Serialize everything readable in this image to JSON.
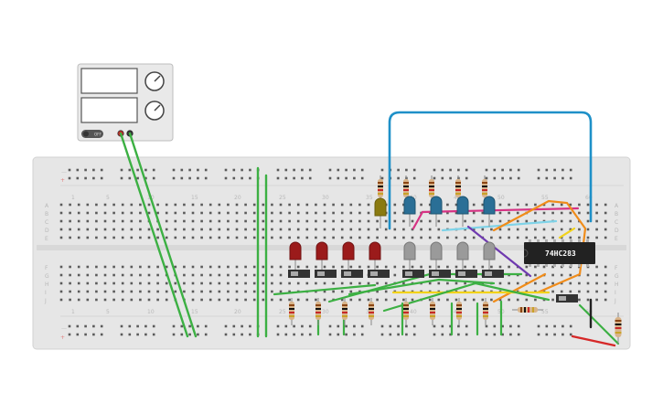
{
  "colors": {
    "board": "#e6e6e6",
    "hole": "#5a5a5a",
    "wire_green": "#3cb043",
    "wire_blue": "#1e90c8",
    "wire_pink": "#d63384",
    "wire_purple": "#6f3ab0",
    "wire_orange": "#f08c1a",
    "wire_yellow": "#f2d21a",
    "wire_cyan": "#7fd3e8",
    "wire_red": "#d62828",
    "wire_black": "#222222",
    "led_red": "#9b1b1b",
    "led_gray": "#9a9a9a",
    "led_blue": "#2a6f96",
    "led_yellow": "#8a7a10",
    "chip": "#222222"
  },
  "chip": {
    "label": "74HC283"
  },
  "breadboard": {
    "row_labels_top": [
      "A",
      "B",
      "C",
      "D",
      "E"
    ],
    "row_labels_bottom": [
      "F",
      "G",
      "H",
      "I",
      "J"
    ],
    "col_numbers_top": [
      "1",
      "5",
      "10",
      "15",
      "20",
      "25",
      "30",
      "35",
      "40",
      "45",
      "50",
      "55",
      "60"
    ],
    "col_numbers_bottom": [
      "1",
      "5",
      "10",
      "15",
      "20",
      "25",
      "30",
      "35",
      "40",
      "45",
      "50",
      "55",
      "60"
    ],
    "rail_minus": "—",
    "rail_plus": "+"
  },
  "power_supply": {
    "switch_label": "OFF"
  }
}
